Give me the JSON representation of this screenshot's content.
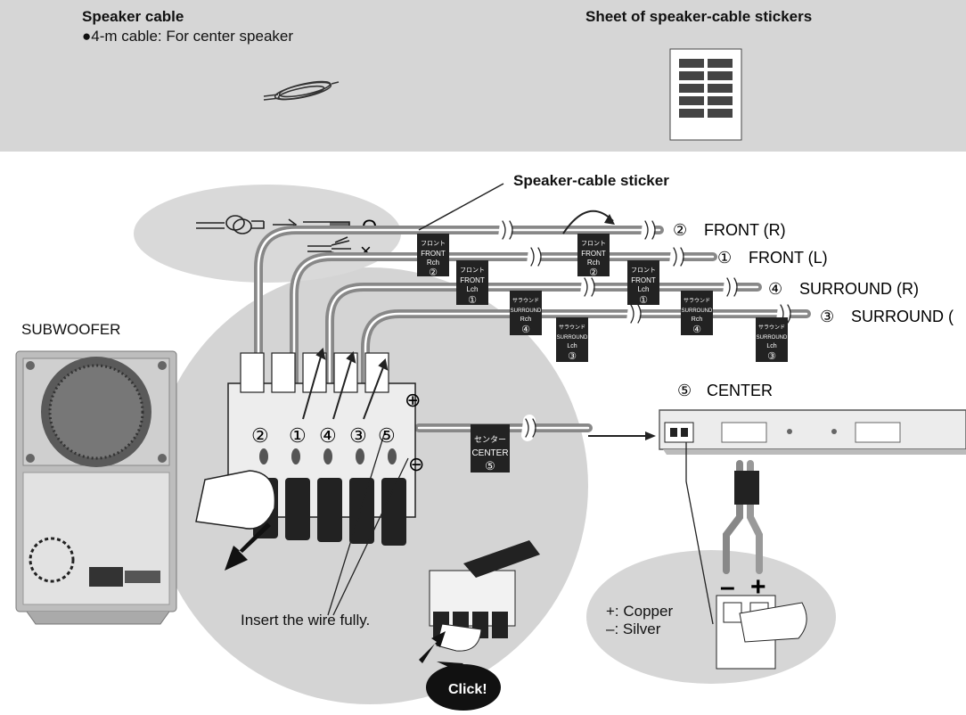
{
  "accessories": {
    "cable_title": "Speaker cable",
    "cable_note": "●4-m cable: For center speaker",
    "stickers_title": "Sheet of speaker-cable stickers"
  },
  "labels": {
    "sticker_callout": "Speaker-cable sticker",
    "subwoofer": "SUBWOOFER",
    "insert_wire": "Insert the wire fully.",
    "click": "Click!",
    "ok_mark": "O",
    "ng_mark": "×",
    "plus_sign": "⊕",
    "minus_sign": "⊖",
    "plus_bold": "+",
    "minus_bold": "–"
  },
  "speakers": [
    {
      "num": "②",
      "name": "FRONT (R)"
    },
    {
      "num": "①",
      "name": "FRONT (L)"
    },
    {
      "num": "④",
      "name": "SURROUND (R)"
    },
    {
      "num": "③",
      "name": "SURROUND ("
    },
    {
      "num": "⑤",
      "name": "CENTER"
    }
  ],
  "terminal_numbers": [
    "②",
    "①",
    "④",
    "③",
    "⑤"
  ],
  "tags": [
    {
      "jp": "フロント",
      "en1": "FRONT",
      "en2": "Rch",
      "num": "②"
    },
    {
      "jp": "フロント",
      "en1": "FRONT",
      "en2": "Lch",
      "num": "①"
    },
    {
      "jp": "サラウンド",
      "en1": "SURROUND",
      "en2": "Rch",
      "num": "④"
    },
    {
      "jp": "サラウンド",
      "en1": "SURROUND",
      "en2": "Lch",
      "num": "③"
    },
    {
      "jp": "センター",
      "en1": "CENTER",
      "en2": "",
      "num": "⑤"
    }
  ],
  "polarity": {
    "plus": "+: Copper",
    "minus": "–: Silver"
  }
}
